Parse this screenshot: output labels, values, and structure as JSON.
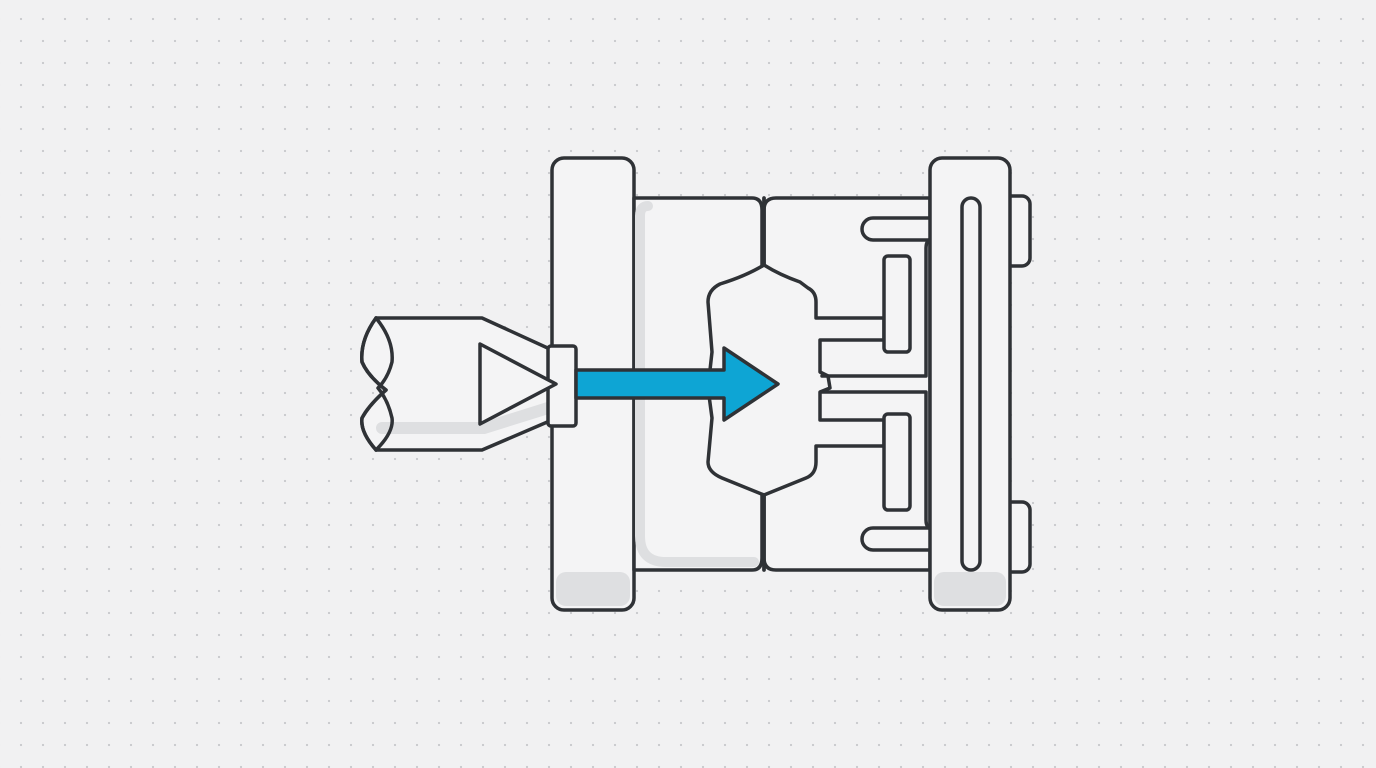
{
  "diagram": {
    "kind": "injection-molding-illustration",
    "colors": {
      "background": "#f1f1f2",
      "dot_grid": "#c9cacd",
      "outline": "#2f3236",
      "fill": "#f4f4f5",
      "shadow": "#dedfe1",
      "flow_arrow": "#0ea5d4"
    },
    "components": [
      {
        "name": "injection-barrel",
        "icon": "barrel-cylinder"
      },
      {
        "name": "nozzle",
        "icon": "cone-triangle"
      },
      {
        "name": "stationary-platen",
        "icon": "tall-plate"
      },
      {
        "name": "mold-halves",
        "icon": "split-mold"
      },
      {
        "name": "mold-cavity",
        "icon": "hexagonal-cavity"
      },
      {
        "name": "ejector-pins",
        "icon": "pins"
      },
      {
        "name": "moving-platen",
        "icon": "tall-plate"
      },
      {
        "name": "flow-arrow",
        "icon": "arrow-right"
      }
    ]
  }
}
